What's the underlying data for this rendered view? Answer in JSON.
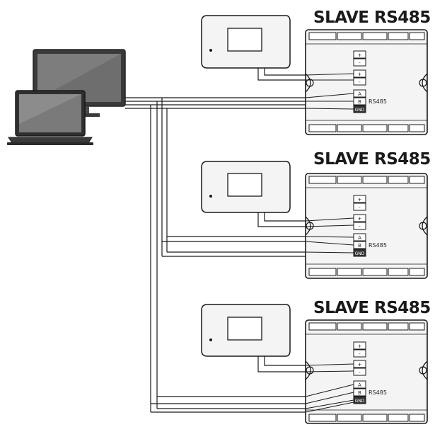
{
  "slaves": [
    {
      "title": "SLAVE RS485",
      "bus_label": "RS485",
      "terminals": [
        "+",
        "-",
        "+",
        "-",
        "A",
        "B",
        "GND"
      ]
    },
    {
      "title": "SLAVE RS485",
      "bus_label": "RS485",
      "terminals": [
        "+",
        "-",
        "+",
        "-",
        "A",
        "B",
        "GND"
      ]
    },
    {
      "title": "SLAVE RS485",
      "bus_label": "RS485",
      "terminals": [
        "+",
        "-",
        "+",
        "-",
        "A",
        "B",
        "GND"
      ]
    }
  ],
  "colors": {
    "line": "#1a1a1a",
    "laptop_body": "#5a5a5a",
    "laptop_dark": "#2f2f2f",
    "panel_fill": "#f4f4f4"
  },
  "icons": [
    "desktop-monitor-icon",
    "laptop-icon",
    "display-panel-icon",
    "controller-module-icon"
  ]
}
